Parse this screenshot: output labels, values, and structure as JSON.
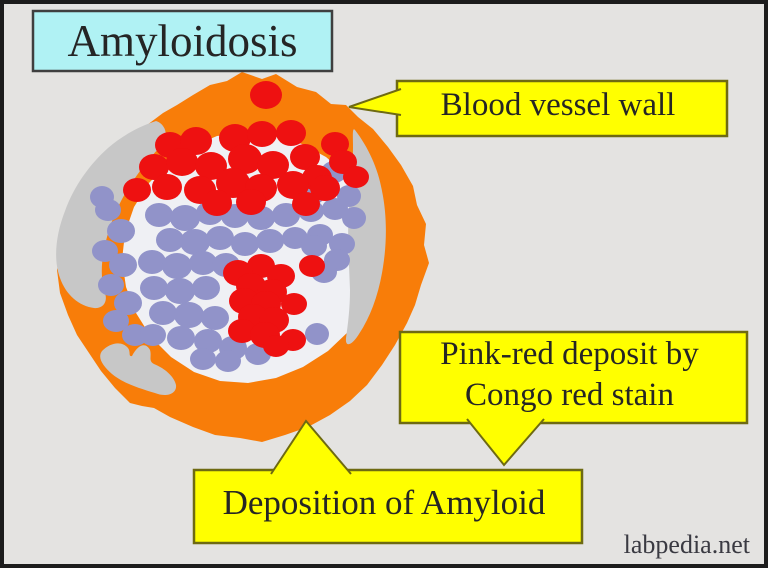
{
  "title": {
    "text": "Amyloidosis"
  },
  "labels": {
    "vessel_wall": "Blood vessel wall",
    "congo_line1": "Pink-red deposit by",
    "congo_line2": "Congo red stain",
    "deposition": "Deposition of Amyloid"
  },
  "watermark": "labpedia.net",
  "colors": {
    "background": "#e4e3e1",
    "frame": "#1c1c1c",
    "title_fill": "#b0f2f4",
    "title_border": "#3f3f3f",
    "label_fill": "#ffff00",
    "label_border": "#6e6a12",
    "text": "#252525",
    "orange": "#f87d09",
    "lumen": "#eff0f4",
    "deposit_gray": "#c7c7c7",
    "red": "#ee1111",
    "purple": "#9193c9",
    "watermark": "#3a3a42"
  },
  "diagram": {
    "red_dots": [
      [
        262,
        91,
        16
      ],
      [
        166,
        141,
        15
      ],
      [
        192,
        137,
        16
      ],
      [
        231,
        134,
        16
      ],
      [
        258,
        130,
        15
      ],
      [
        287,
        129,
        15
      ],
      [
        331,
        140,
        14
      ],
      [
        150,
        163,
        15
      ],
      [
        178,
        158,
        16
      ],
      [
        207,
        162,
        16
      ],
      [
        241,
        155,
        17
      ],
      [
        269,
        161,
        16
      ],
      [
        301,
        153,
        15
      ],
      [
        339,
        158,
        14
      ],
      [
        313,
        174,
        15
      ],
      [
        133,
        186,
        14
      ],
      [
        163,
        183,
        15
      ],
      [
        196,
        186,
        16
      ],
      [
        229,
        179,
        17
      ],
      [
        257,
        184,
        16
      ],
      [
        289,
        181,
        16
      ],
      [
        321,
        184,
        15
      ],
      [
        352,
        173,
        13
      ],
      [
        213,
        199,
        15
      ],
      [
        247,
        198,
        15
      ],
      [
        302,
        200,
        14
      ],
      [
        308,
        262,
        13
      ],
      [
        290,
        300,
        13
      ],
      [
        289,
        336,
        13
      ],
      [
        257,
        262,
        14
      ],
      [
        234,
        269,
        15
      ],
      [
        277,
        272,
        14
      ],
      [
        247,
        282,
        15
      ],
      [
        268,
        288,
        15
      ],
      [
        240,
        297,
        15
      ],
      [
        262,
        300,
        15
      ],
      [
        249,
        313,
        15
      ],
      [
        270,
        316,
        15
      ],
      [
        238,
        327,
        14
      ],
      [
        261,
        331,
        15
      ],
      [
        272,
        342,
        13
      ]
    ],
    "purple_dots": [
      [
        104,
        206,
        13
      ],
      [
        117,
        227,
        14
      ],
      [
        101,
        247,
        13
      ],
      [
        119,
        261,
        14
      ],
      [
        107,
        281,
        13
      ],
      [
        124,
        299,
        14
      ],
      [
        112,
        317,
        13
      ],
      [
        131,
        331,
        13
      ],
      [
        98,
        193,
        12
      ],
      [
        330,
        168,
        13
      ],
      [
        308,
        190,
        13
      ],
      [
        345,
        192,
        12
      ],
      [
        155,
        211,
        14
      ],
      [
        181,
        214,
        15
      ],
      [
        206,
        209,
        14
      ],
      [
        231,
        212,
        14
      ],
      [
        257,
        214,
        14
      ],
      [
        282,
        211,
        14
      ],
      [
        307,
        207,
        13
      ],
      [
        331,
        205,
        13
      ],
      [
        350,
        214,
        12
      ],
      [
        166,
        236,
        14
      ],
      [
        191,
        238,
        15
      ],
      [
        216,
        234,
        14
      ],
      [
        241,
        240,
        14
      ],
      [
        266,
        237,
        14
      ],
      [
        291,
        234,
        13
      ],
      [
        316,
        231,
        13
      ],
      [
        338,
        240,
        13
      ],
      [
        148,
        258,
        14
      ],
      [
        173,
        262,
        15
      ],
      [
        199,
        259,
        14
      ],
      [
        222,
        261,
        14
      ],
      [
        310,
        242,
        13
      ],
      [
        333,
        256,
        13
      ],
      [
        320,
        268,
        13
      ],
      [
        150,
        284,
        14
      ],
      [
        176,
        287,
        15
      ],
      [
        202,
        284,
        14
      ],
      [
        159,
        309,
        14
      ],
      [
        185,
        311,
        15
      ],
      [
        211,
        314,
        14
      ],
      [
        313,
        330,
        12
      ],
      [
        149,
        331,
        13
      ],
      [
        177,
        334,
        14
      ],
      [
        204,
        337,
        14
      ],
      [
        229,
        344,
        14
      ],
      [
        254,
        350,
        13
      ],
      [
        199,
        355,
        13
      ],
      [
        224,
        357,
        13
      ]
    ]
  }
}
